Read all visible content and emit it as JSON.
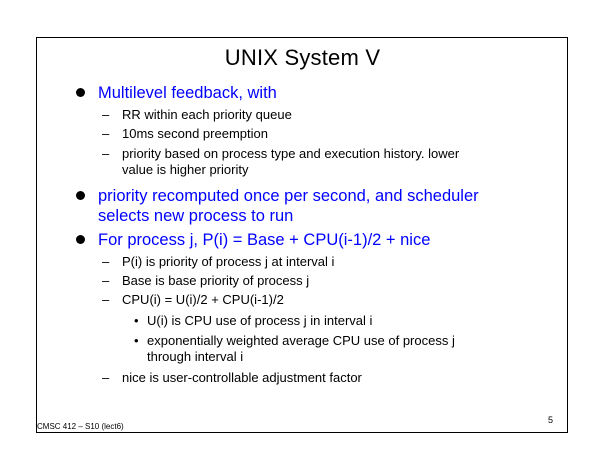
{
  "slide": {
    "title": "UNIX System V",
    "bullets": [
      {
        "text": "Multilevel feedback, with",
        "subs": [
          {
            "lines": [
              "RR within each priority queue"
            ]
          },
          {
            "lines": [
              "10ms second preemption"
            ]
          },
          {
            "lines": [
              "priority based on process type and execution history. lower",
              "value is higher priority"
            ]
          }
        ]
      },
      {
        "lines": [
          "priority recomputed once per second, and scheduler",
          "selects new process to run"
        ]
      },
      {
        "text": "For process j, P(i) = Base + CPU(i-1)/2 + nice",
        "subs": [
          {
            "lines": [
              "P(i) is priority of process j at interval i"
            ]
          },
          {
            "lines": [
              "Base is base priority of process j"
            ]
          },
          {
            "lines": [
              "CPU(i) = U(i)/2 + CPU(i-1)/2"
            ]
          },
          {
            "lines": [
              "nice is user-controllable adjustment factor"
            ]
          }
        ],
        "subsubs": [
          {
            "lines": [
              "U(i) is CPU use of process j in interval i"
            ]
          },
          {
            "lines": [
              "exponentially weighted average CPU use of process j",
              "through interval i"
            ]
          }
        ]
      }
    ],
    "footer": {
      "course": "CMSC 412 – S10  (lect6)",
      "page_number": "5"
    }
  }
}
